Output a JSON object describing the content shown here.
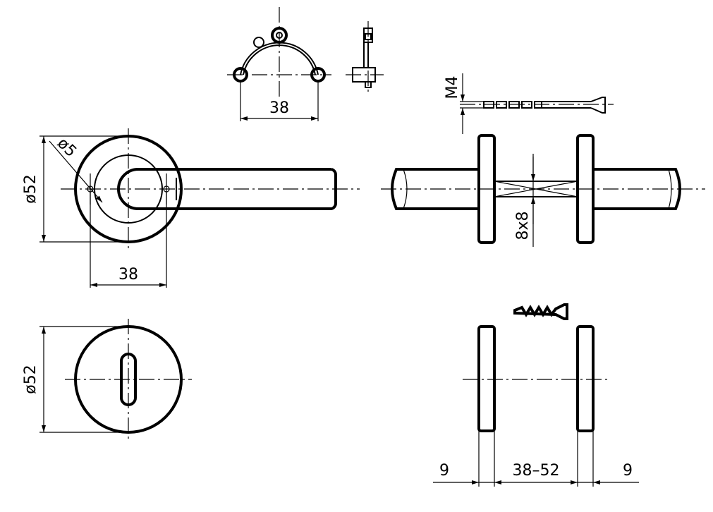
{
  "dimensions": {
    "top_rosette_spacing": "38",
    "screw_thread": "M4",
    "rosette_diameter_front": "ø52",
    "hole_diameter": "ø5",
    "front_hole_spacing": "38",
    "square_spindle": "8x8",
    "escutcheon_diameter": "ø52",
    "rosette_thickness_left": "9",
    "door_thickness_range": "38–52",
    "rosette_thickness_right": "9"
  }
}
